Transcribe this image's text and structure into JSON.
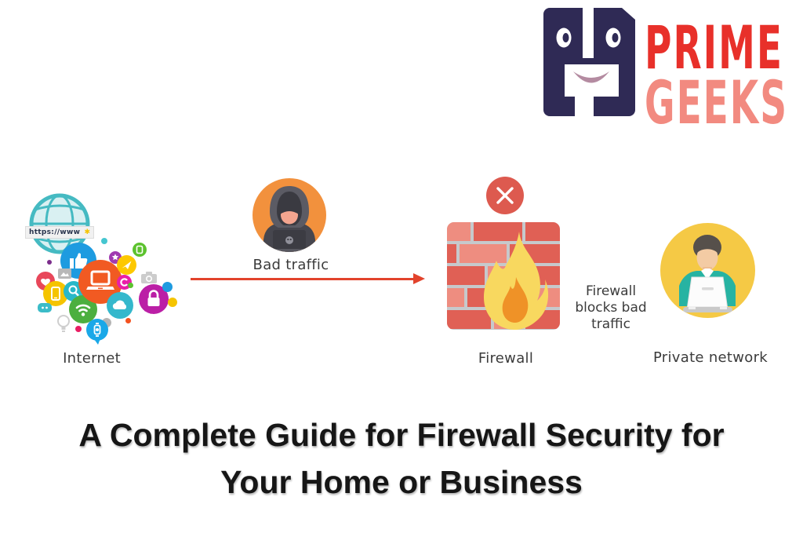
{
  "logo": {
    "line1": "PRIME",
    "line2": "GEEKS",
    "mark": "pg-face",
    "colors": {
      "navy": "#2f2a55",
      "prime_red": "#e8302a",
      "geeks_salmon": "#f28a80",
      "smile_mauve": "#b48ba1"
    }
  },
  "diagram": {
    "internet": {
      "label": "Internet",
      "url_text": "https://www",
      "icons": [
        "globe-icon",
        "like-icon",
        "laptop-icon",
        "heart-icon",
        "phone-icon",
        "search-icon",
        "wifi-icon",
        "cloud-icon",
        "lock-bubble-icon",
        "rocket-icon",
        "star-icon",
        "tablet-icon",
        "copyright-icon",
        "camera-icon",
        "watch-bubble-icon",
        "bulb-icon",
        "chat-icon",
        "photo-icon"
      ]
    },
    "bad_traffic": {
      "label": "Bad traffic",
      "figure": "hooded-hacker-with-laptop",
      "circle_color": "#f2913d"
    },
    "arrow": {
      "direction": "right",
      "color": "#e2432c"
    },
    "firewall": {
      "label": "Firewall",
      "caption": "Firewall blocks bad traffic",
      "blocked_badge": "x-circle",
      "badge_color": "#dd5a4f",
      "brick_dark": "#e06055",
      "brick_light": "#ee8d80",
      "mortar": "#c6c9cc",
      "flame_outer": "#f8d85f",
      "flame_inner": "#ef9227"
    },
    "private_network": {
      "label": "Private network",
      "figure": "person-with-laptop",
      "circle_color": "#f5c945"
    }
  },
  "title": {
    "line1": "A Complete Guide for Firewall Security for",
    "line2": "Your Home or Business"
  }
}
